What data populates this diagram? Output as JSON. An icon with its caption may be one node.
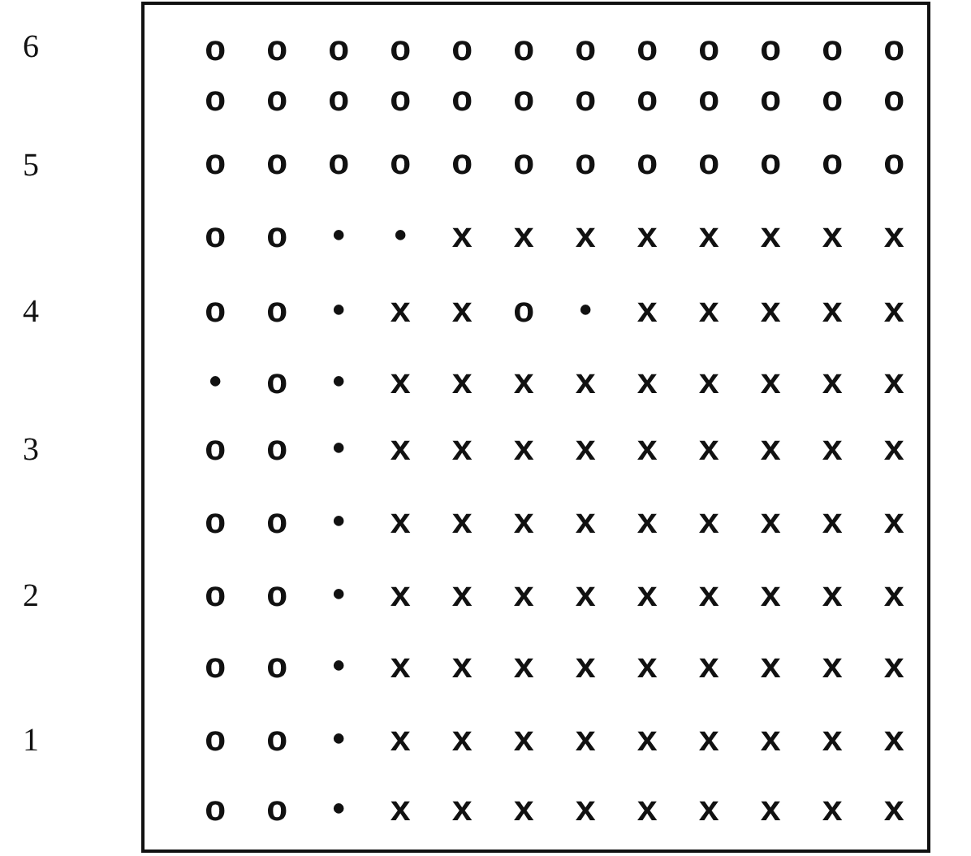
{
  "diagram": {
    "labels": [
      "6",
      "o o o o o o o o o o o o",
      "o o o o o o o o o o o o",
      "5",
      "o o o o o o o o o o o o",
      "o o • • x x x x x x x x",
      "4",
      "o o • x x o • x x x x x",
      "• o • x x x x x x x x x",
      "3",
      "o o • x x x x x x x x x",
      "o o • x x x x x x x x x",
      "2",
      "o o • x x x x x x x x x",
      "o o • x x x x x x x x x",
      "1",
      "o o • x x x x x x x x x",
      "o o • x x x x x x x x x"
    ]
  }
}
